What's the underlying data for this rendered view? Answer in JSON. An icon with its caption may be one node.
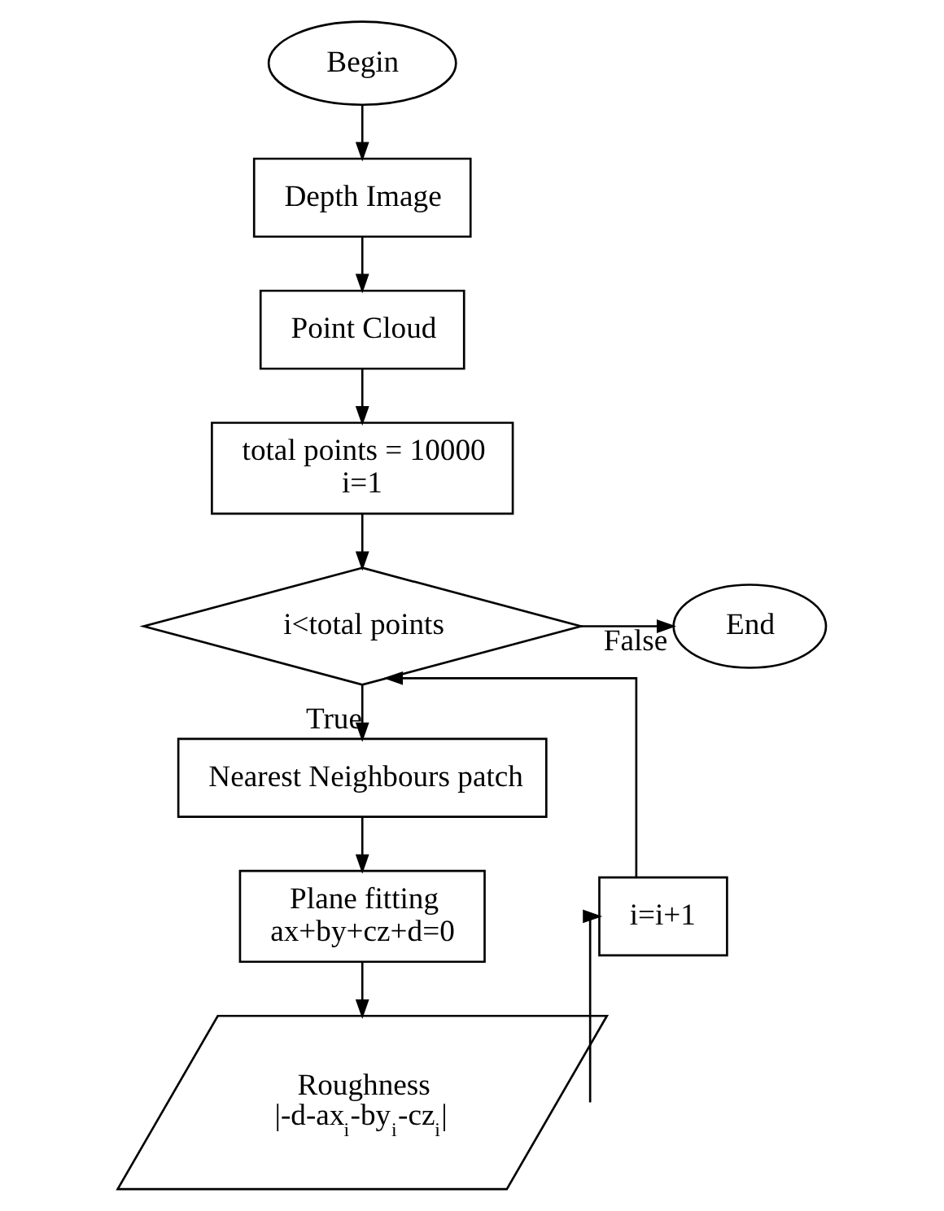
{
  "diagram": {
    "nodes": [
      {
        "text": [
          "Begin"
        ]
      },
      {
        "text": [
          "Depth Image"
        ]
      },
      {
        "text": [
          "Point Cloud"
        ]
      },
      {
        "text": [
          "total points = 10000",
          "i=1"
        ]
      },
      {
        "text": [
          "i<total points"
        ]
      },
      {
        "text": [
          "End"
        ]
      },
      {
        "text": [
          "Nearest Neighbours patch"
        ]
      },
      {
        "text": [
          "Plane fitting",
          "ax+by+cz+d=0"
        ]
      },
      {
        "text": [
          "Roughness",
          "|-d-ax$_{i}$-by$_{i}$-cz$_{i}$|"
        ]
      },
      {
        "text": [
          "i=i+1"
        ]
      }
    ],
    "edges": [
      {
        "from": 0,
        "to": 1,
        "arrow": "to"
      },
      {
        "from": 1,
        "to": 2,
        "arrow": "to"
      },
      {
        "from": 2,
        "to": 3,
        "arrow": "to"
      },
      {
        "from": 3,
        "to": 4,
        "arrow": "to"
      },
      {
        "from": 4,
        "to": 5,
        "arrow": "to",
        "label": "False"
      },
      {
        "from": 4,
        "to": 6,
        "arrow": "to",
        "label": "True"
      },
      {
        "from": 6,
        "to": 7,
        "arrow": "to"
      },
      {
        "from": 7,
        "to": 8,
        "arrow": "to"
      },
      {
        "from": 8,
        "to": 9,
        "arrow": "to"
      },
      {
        "from": 9,
        "to": 4,
        "arrow": "to"
      }
    ]
  }
}
